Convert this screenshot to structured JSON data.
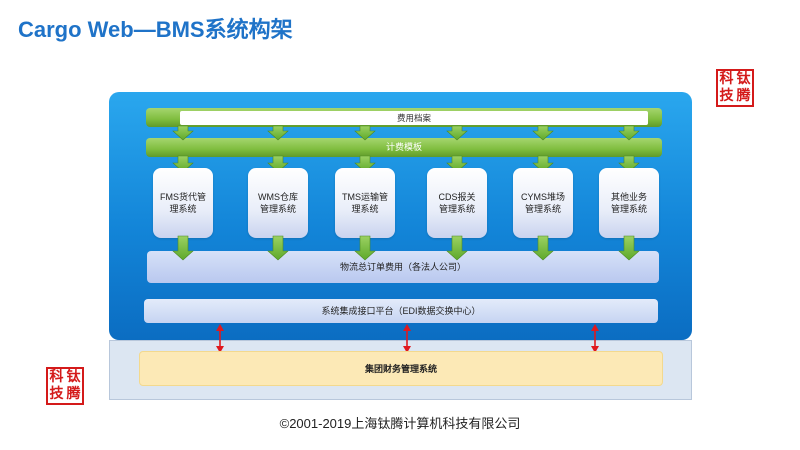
{
  "header": {
    "title": "Cargo Web—BMS系统构架"
  },
  "stamp": {
    "chars": [
      "科",
      "钛",
      "技",
      "腾"
    ],
    "color": "#d41a1a"
  },
  "layers": {
    "archive": "费用档案",
    "template": "计费模板",
    "modules": [
      {
        "line1": "FMS货代管",
        "line2": "理系统"
      },
      {
        "line1": "WMS仓库",
        "line2": "管理系统"
      },
      {
        "line1": "TMS运输管",
        "line2": "理系统"
      },
      {
        "line1": "CDS报关",
        "line2": "管理系统"
      },
      {
        "line1": "CYMS堆场",
        "line2": "管理系统"
      },
      {
        "line1": "其他业务",
        "line2": "管理系统"
      }
    ],
    "fee_ledger": "物流总订单费用（各法人公司）",
    "edi": "系统集成接口平台（EDI数据交换中心）",
    "finance": "集团财务管理系统"
  },
  "footer": {
    "copyright": "©2001-2019上海钛腾计算机科技有限公司"
  },
  "colors": {
    "title": "#1f73c8",
    "panel": "#1385d8",
    "arrow_green": "#74c131",
    "arrow_red": "#e0191e"
  }
}
